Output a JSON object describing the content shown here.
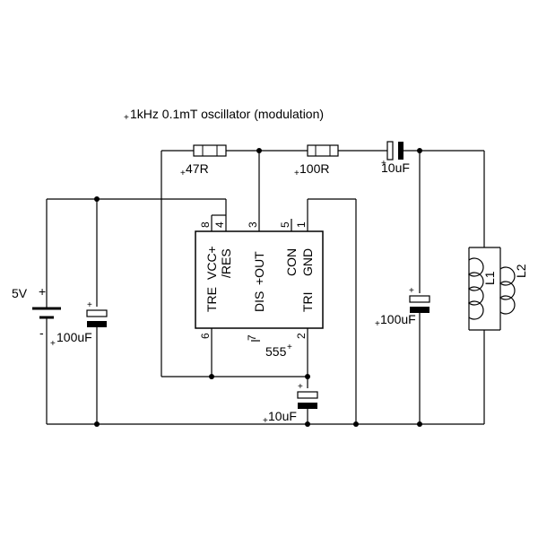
{
  "title": "1kHz 0.1mT oscillator (modulation)",
  "components": {
    "r1": {
      "value": "47R"
    },
    "r2": {
      "value": "100R"
    },
    "c_out": {
      "value": "10uF"
    },
    "battery": {
      "value": "5V"
    },
    "c_supply": {
      "value": "100uF"
    },
    "c_timing": {
      "value": "10uF"
    },
    "c_reservoir": {
      "value": "100uF"
    },
    "coil1": {
      "name": "L1"
    },
    "coil2": {
      "name": "L2"
    },
    "ic": {
      "name": "555",
      "pins": {
        "p8": "8",
        "p4": "4",
        "p3": "3",
        "p5": "5",
        "p1": "1",
        "p6": "6",
        "p7": "7",
        "p2": "2"
      },
      "labels": {
        "tre": "TRE",
        "vcc": "VCC+",
        "res": "/RES",
        "dis": "DIS",
        "out": "+OUT",
        "con": "CON",
        "tri": "TRI",
        "gnd": "GND"
      }
    }
  },
  "polarity": {
    "plus": "+",
    "minus": "-"
  }
}
